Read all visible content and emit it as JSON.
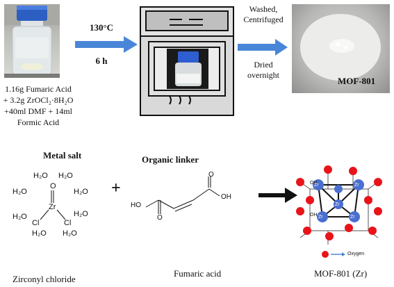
{
  "process": {
    "reagents_lines": [
      "1.16g Fumaric Acid",
      "+ 3.2g ZrOCl₂·8H₂O",
      "+40ml DMF + 14ml",
      "Formic Acid"
    ],
    "temperature": "130°C",
    "time": "6 h",
    "wash_lines": [
      "Washed,",
      "Centrifuged"
    ],
    "dry_lines": [
      "Dried",
      "overnight"
    ],
    "product_label": "MOF-801"
  },
  "reaction": {
    "metal_salt_title": "Metal salt",
    "organic_linker_title": "Organic linker",
    "plus": "+",
    "metal_salt_name": "Zirconyl chloride",
    "linker_name": "Fumaric acid",
    "product_name": "MOF-801 (Zr)",
    "water_label": "H₂O",
    "zr_label": "Zr",
    "o_label": "O",
    "cl_label": "Cl",
    "ho_label": "HO",
    "oh_label": "OH",
    "legend_oxygen": "Oxygen"
  },
  "colors": {
    "arrow_blue": "#4a86d8",
    "zr_blue": "#4a6fd0",
    "oxygen_red": "#e8141a",
    "black_arrow": "#111111"
  }
}
